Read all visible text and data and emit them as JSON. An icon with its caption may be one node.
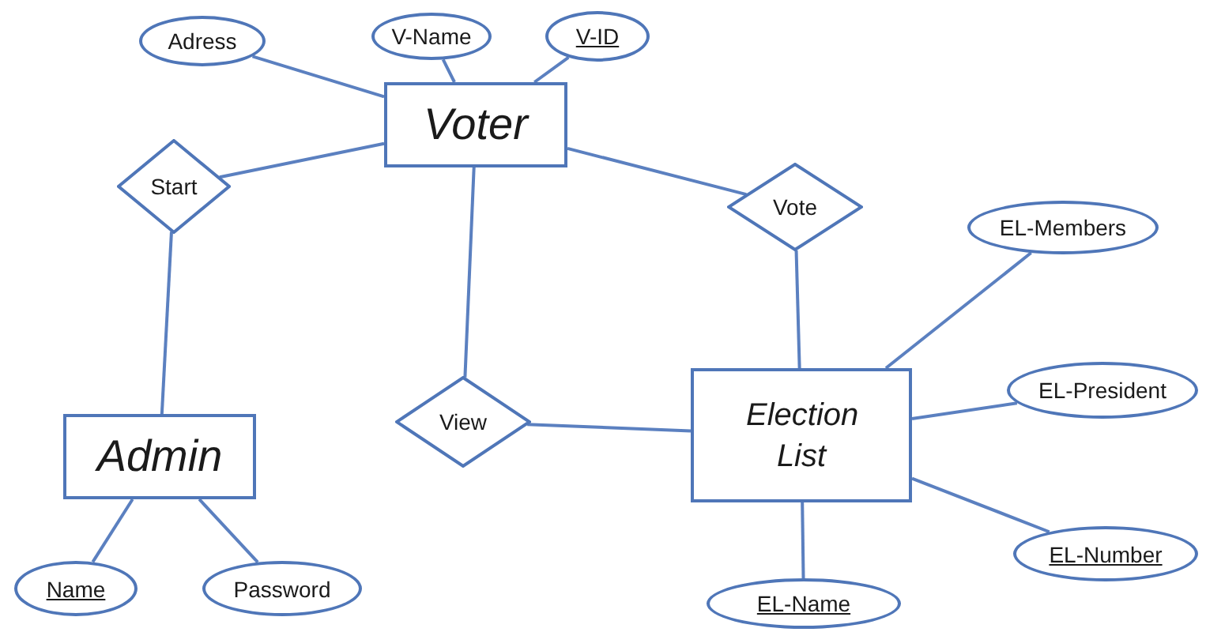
{
  "diagram": {
    "nodes": [
      {
        "text": [
          "Adress"
        ]
      },
      {
        "text": [
          "V-Name"
        ]
      },
      {
        "text": [
          "V-ID"
        ]
      },
      {
        "text": [
          "Voter"
        ]
      },
      {
        "text": [
          "Start"
        ]
      },
      {
        "text": [
          "Vote"
        ]
      },
      {
        "text": [
          "EL-Members"
        ]
      },
      {
        "text": [
          "View"
        ]
      },
      {
        "text": [
          "Election List"
        ]
      },
      {
        "text": [
          "EL-President"
        ]
      },
      {
        "text": [
          "Admin"
        ]
      },
      {
        "text": [
          "EL-Number"
        ]
      },
      {
        "text": [
          "Name"
        ]
      },
      {
        "text": [
          "Password"
        ]
      },
      {
        "text": [
          "EL-Name"
        ]
      }
    ],
    "edges": [
      {
        "from": 0,
        "to": 3,
        "arrow": "none"
      },
      {
        "from": 1,
        "to": 3,
        "arrow": "none"
      },
      {
        "from": 2,
        "to": 3,
        "arrow": "none"
      },
      {
        "from": 4,
        "to": 3,
        "arrow": "none"
      },
      {
        "from": 3,
        "to": 5,
        "arrow": "none"
      },
      {
        "from": 4,
        "to": 10,
        "arrow": "none"
      },
      {
        "from": 3,
        "to": 7,
        "arrow": "none"
      },
      {
        "from": 7,
        "to": 8,
        "arrow": "none"
      },
      {
        "from": 5,
        "to": 8,
        "arrow": "none"
      },
      {
        "from": 6,
        "to": 8,
        "arrow": "none"
      },
      {
        "from": 9,
        "to": 8,
        "arrow": "none"
      },
      {
        "from": 11,
        "to": 8,
        "arrow": "none"
      },
      {
        "from": 14,
        "to": 8,
        "arrow": "none"
      },
      {
        "from": 10,
        "to": 12,
        "arrow": "none"
      },
      {
        "from": 10,
        "to": 13,
        "arrow": "none"
      }
    ]
  }
}
